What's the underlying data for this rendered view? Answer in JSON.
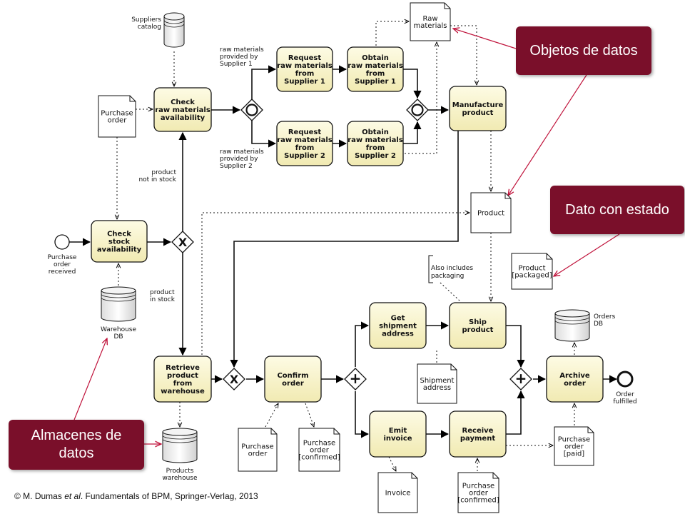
{
  "annotations": {
    "data_objects": "Objetos de datos",
    "data_with_state": "Dato con estado",
    "data_stores": "Almacenes de\ndatos"
  },
  "credit": {
    "prefix": "© M. Dumas ",
    "et_al": "et al",
    "suffix": ". Fundamentals of BPM, Springer-Verlag, 2013"
  },
  "diagram": {
    "tasks": {
      "check_stock": [
        "Check",
        "stock",
        "availability"
      ],
      "check_raw": [
        "Check",
        "raw materials",
        "availability"
      ],
      "request_s1": [
        "Request",
        "raw materials",
        "from",
        "Supplier 1"
      ],
      "obtain_s1": [
        "Obtain",
        "raw materials",
        "from",
        "Supplier 1"
      ],
      "request_s2": [
        "Request",
        "raw materials",
        "from",
        "Supplier 2"
      ],
      "obtain_s2": [
        "Obtain",
        "raw materials",
        "from",
        "Supplier 2"
      ],
      "manufacture": [
        "Manufacture",
        "product"
      ],
      "retrieve": [
        "Retrieve",
        "product",
        "from",
        "warehouse"
      ],
      "confirm": [
        "Confirm",
        "order"
      ],
      "get_shipment": [
        "Get",
        "shipment",
        "address"
      ],
      "ship": [
        "Ship",
        "product"
      ],
      "emit_invoice": [
        "Emit",
        "invoice"
      ],
      "receive_payment": [
        "Receive",
        "payment"
      ],
      "archive": [
        "Archive",
        "order"
      ]
    },
    "events": {
      "start": [
        "Purchase",
        "order",
        "received"
      ],
      "end": [
        "Order",
        "fulfilled"
      ]
    },
    "flow_labels": {
      "not_in_stock": [
        "product",
        "not in stock"
      ],
      "in_stock": [
        "product",
        "in stock"
      ],
      "supplier1": [
        "raw materials",
        "provided by",
        "Supplier 1"
      ],
      "supplier2": [
        "raw materials",
        "provided by",
        "Supplier 2"
      ]
    },
    "data_objects": {
      "purchase_order_top": [
        "Purchase",
        "order"
      ],
      "raw_materials": [
        "Raw",
        "materials"
      ],
      "product": [
        "Product"
      ],
      "product_packaged": [
        "Product",
        "[packaged]"
      ],
      "shipment_address": [
        "Shipment",
        "address"
      ],
      "purchase_order_mid": [
        "Purchase",
        "order"
      ],
      "purchase_order_confirmed": [
        "Purchase",
        "order",
        "[confirmed]"
      ],
      "invoice": [
        "Invoice"
      ],
      "purchase_order_confirmed_bottom": [
        "Purchase",
        "order",
        "[confirmed]"
      ],
      "purchase_order_paid": [
        "Purchase",
        "order",
        "[paid]"
      ]
    },
    "data_stores": {
      "suppliers_catalog": [
        "Suppliers",
        "catalog"
      ],
      "warehouse_db": [
        "Warehouse",
        "DB"
      ],
      "products_warehouse": [
        "Products",
        "warehouse"
      ],
      "orders_db": [
        "Orders",
        "DB"
      ]
    },
    "text_annotation": [
      "Also includes",
      "packaging"
    ],
    "gateway_symbols": {
      "xor": "X",
      "and": "+"
    }
  }
}
